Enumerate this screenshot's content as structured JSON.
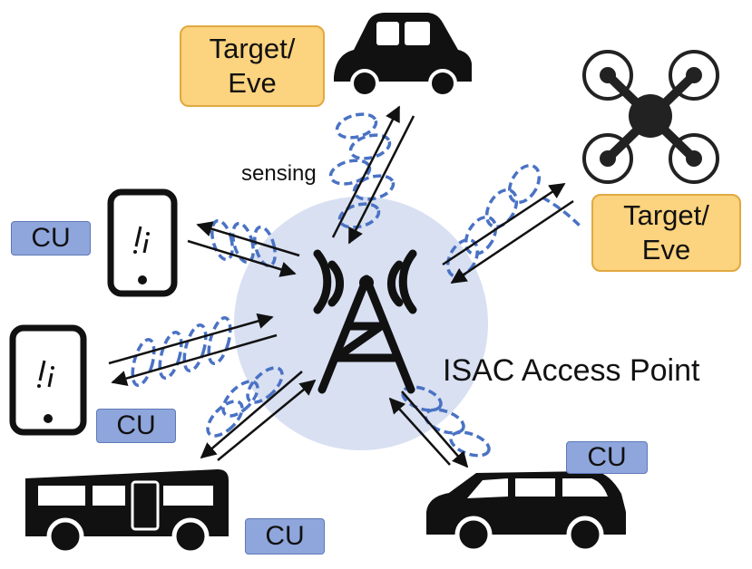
{
  "labels": {
    "target_top": [
      "Target/",
      "Eve"
    ],
    "target_right": [
      "Target/",
      "Eve"
    ],
    "sensing": "sensing",
    "access_point": "ISAC Access Point",
    "cu": "CU"
  },
  "icons": [
    "car-icon",
    "drone-icon",
    "tablet-icon",
    "tablet-icon",
    "rv-icon",
    "suv-icon",
    "antenna-tower-icon"
  ],
  "colors": {
    "target_fill": "#fcd37e",
    "target_border": "#e0a940",
    "cu_fill": "#8fa6dc",
    "coverage_circle": "#d8e0f2",
    "beam_dash": "#4a72c4",
    "icon": "#111111"
  }
}
